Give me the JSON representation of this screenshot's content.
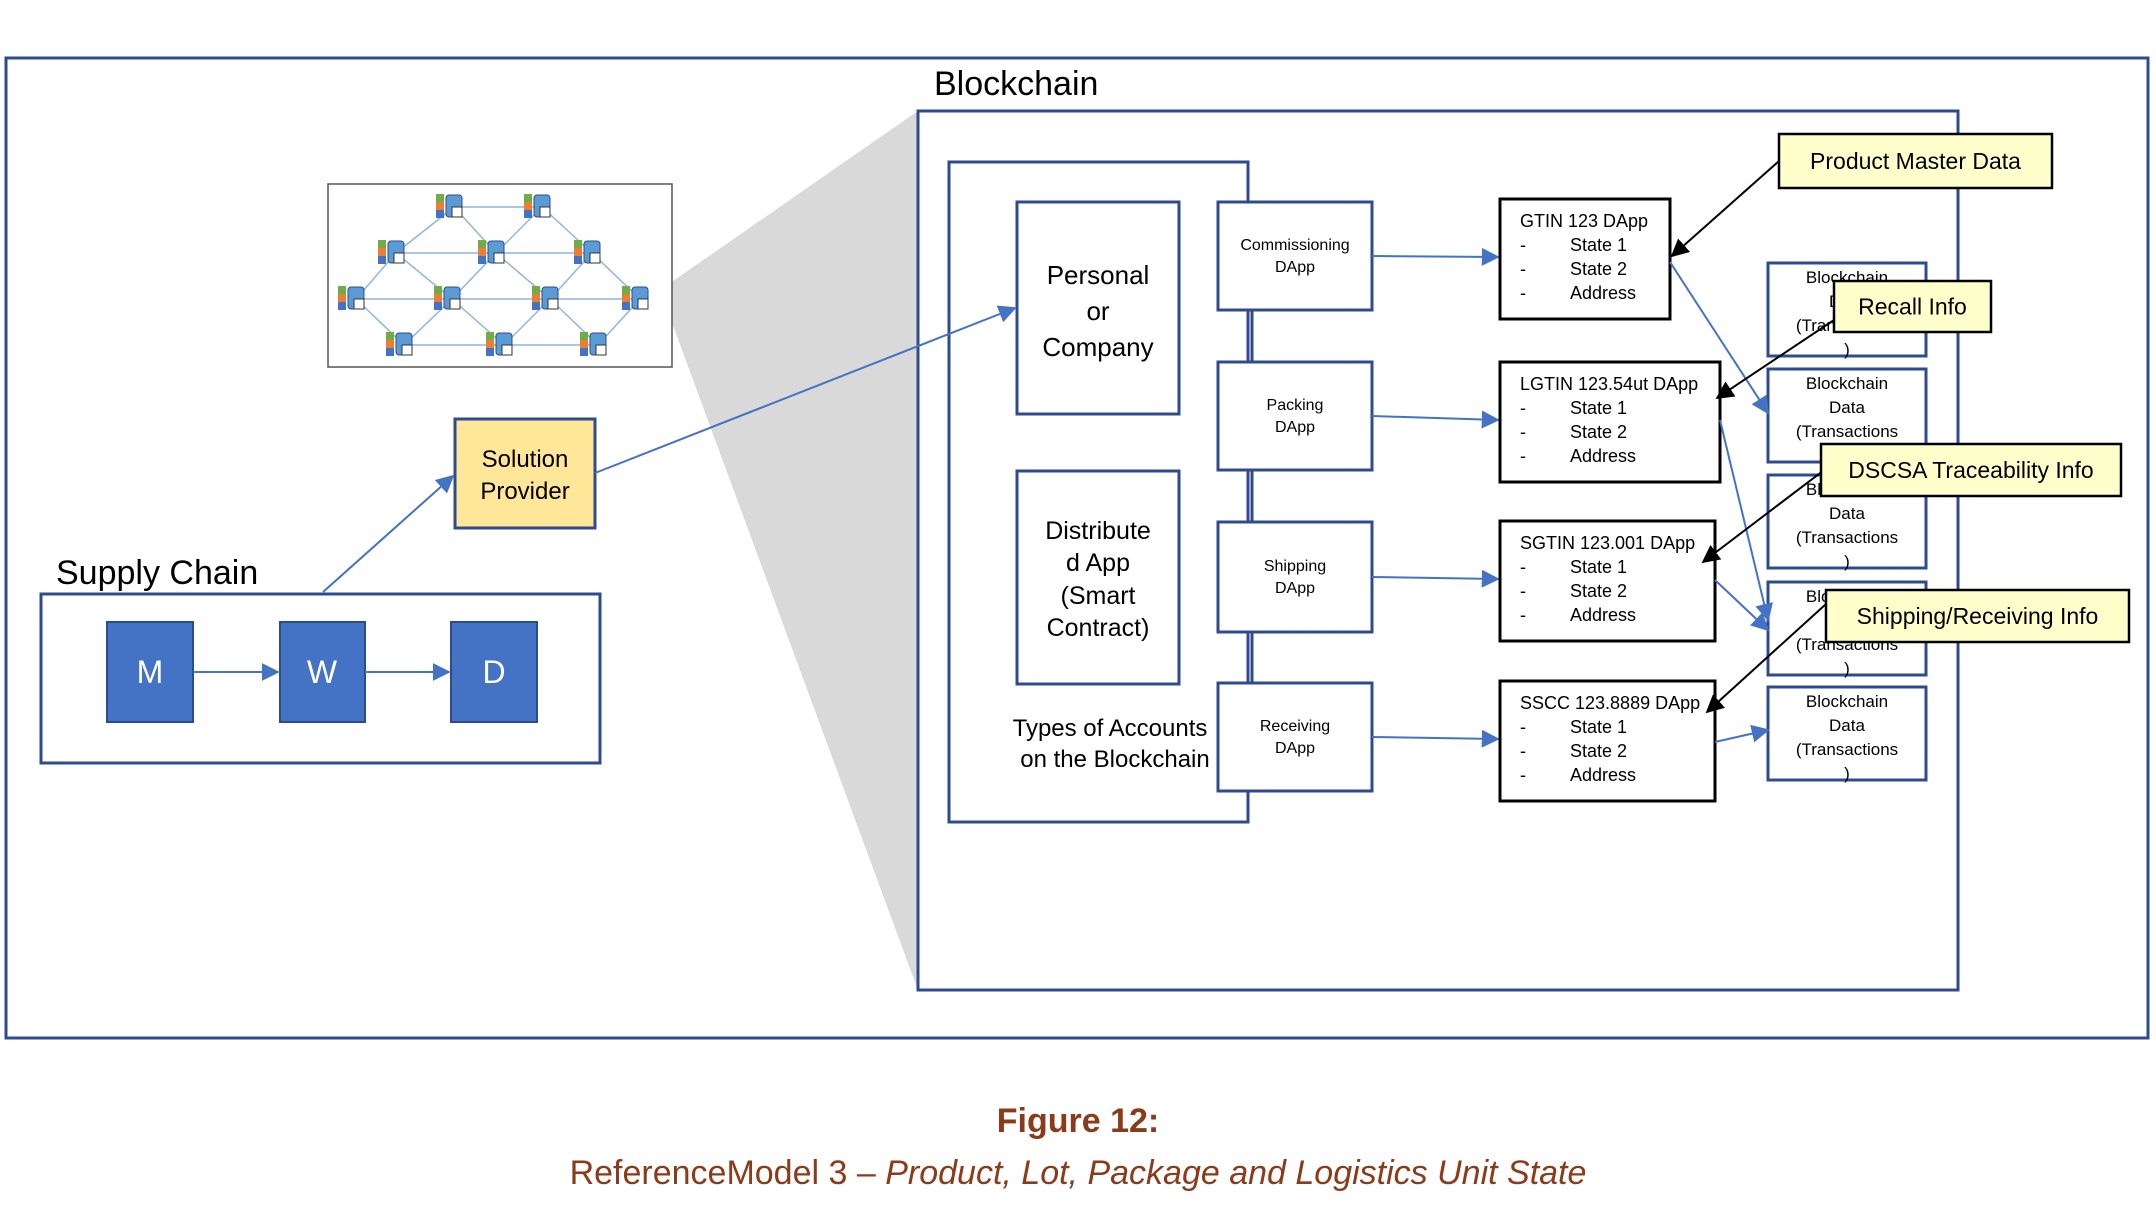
{
  "blockchain": {
    "title": "Blockchain",
    "accounts_label": [
      "Types of Accounts",
      "on the Blockchain"
    ],
    "personal": [
      "Personal",
      "or",
      "Company"
    ],
    "dapp_box": [
      "Distribute",
      "d App",
      "(Smart",
      "Contract)"
    ]
  },
  "supply_chain": {
    "title": "Supply Chain",
    "nodes": [
      "M",
      "W",
      "D"
    ]
  },
  "solution_provider": [
    "Solution",
    "Provider"
  ],
  "dapps": [
    {
      "label": [
        "Commissioning",
        "DApp"
      ],
      "title": "GTIN 123 DApp"
    },
    {
      "label": [
        "Packing",
        "DApp"
      ],
      "title": "LGTIN 123.54ut DApp"
    },
    {
      "label": [
        "Shipping",
        "DApp"
      ],
      "title": "SGTIN 123.001 DApp"
    },
    {
      "label": [
        "Receiving",
        "DApp"
      ],
      "title": "SSCC 123.8889 DApp"
    }
  ],
  "state_rows": [
    "State 1",
    "State 2",
    "Address"
  ],
  "state_dash": "-",
  "blockchain_data": [
    "Blockchain",
    "Data",
    "(Transactions",
    ")"
  ],
  "callouts": [
    "Product Master Data",
    "Recall Info",
    "DSCSA Traceability Info",
    "Shipping/Receiving Info"
  ],
  "figure": {
    "number": "Figure 12:",
    "prefix": "ReferenceModel 3 – ",
    "title": "Product, Lot, Package and Logistics Unit State"
  },
  "colors": {
    "border": "#2F4B8F",
    "node_fill": "#4472C4",
    "provider_fill": "#FFE699",
    "callout_fill": "#FFFFCC",
    "arrow": "#4472C4",
    "caption": "#8B3A1A"
  }
}
